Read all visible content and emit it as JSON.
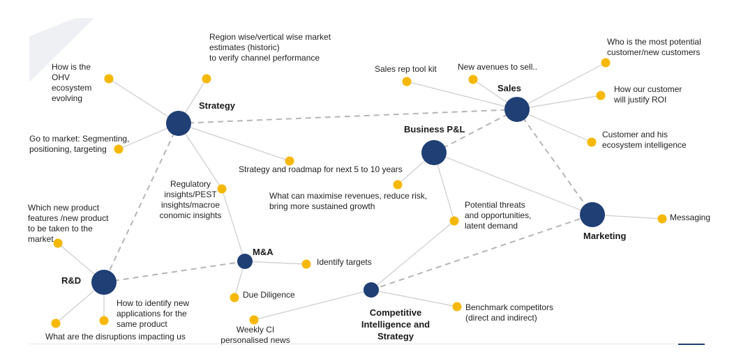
{
  "colors": {
    "hub": "#1f3f75",
    "leaf": "#f5b800",
    "edge": "#cccccc",
    "dashed_edge": "#b5b5b5"
  },
  "hubs": {
    "strategy": "Strategy",
    "sales": "Sales",
    "business_pl": "Business P&L",
    "marketing": "Marketing",
    "ma": "M&A",
    "rd": "R&D",
    "ci": "Competitive\nIntelligence and\nStrategy"
  },
  "leaves": {
    "ohv": "How is the\nOHV\necosystem\nevolving",
    "region": "Region wise/vertical wise market\nestimates (historic)\nto verify channel performance",
    "gtm": "Go to market: Segmenting,\npositioning, targeting",
    "roadmap": "Strategy and roadmap for next 5 to 10 years",
    "regulatory": "Regulatory\ninsights/PEST\ninsights/macroe\nconomic insights",
    "sales_rep": "Sales rep tool kit",
    "avenues": "New avenues to sell..",
    "potential_customer": "Who is the most potential\ncustomer/new customers",
    "roi": "How our customer\nwill justify ROI",
    "ecosystem": "Customer and his\necosystem intelligence",
    "revenues": "What can maximise revenues, reduce risk,\nbring more sustained growth",
    "threats": "Potential threats\nand opportunities,\nlatent demand",
    "messaging": "Messaging",
    "new_product": "Which new product\nfeatures /new product\nto be taken to the\nmarket",
    "targets": "Identify targets",
    "due_diligence": "Due Diligence",
    "applications": "How to identify new\napplications for the\nsame product",
    "disruptions": "What are the disruptions impacting us",
    "weekly_ci": "Weekly CI\npersonalised news",
    "benchmark": "Benchmark competitors\n(direct and indirect)"
  }
}
